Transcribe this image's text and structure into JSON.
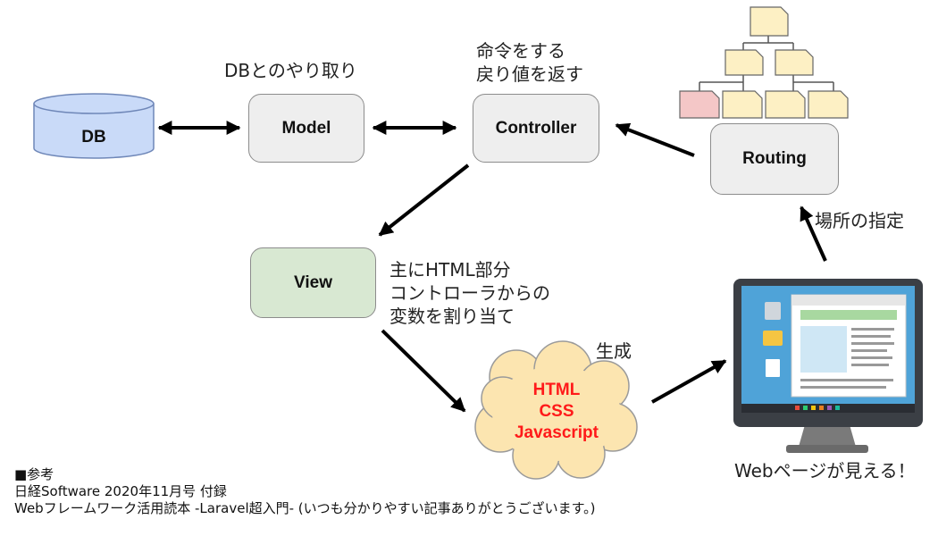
{
  "nodes": {
    "db": "DB",
    "model": "Model",
    "controller": "Controller",
    "routing": "Routing",
    "view": "View"
  },
  "labels": {
    "db_exchange": "DBとのやり取り",
    "controller_line1": "命令をする",
    "controller_line2": "戻り値を返す",
    "view_line1": "主にHTML部分",
    "view_line2": "コントローラからの",
    "view_line3": "変数を割り当て",
    "generate": "生成",
    "location": "場所の指定",
    "webpage_visible": "Webページが見える！"
  },
  "output": {
    "line1": "HTML",
    "line2": "CSS",
    "line3": "Javascript"
  },
  "reference": {
    "heading": "■参考",
    "line1": "日経Software 2020年11月号 付録",
    "line2": "Webフレームワーク活用読本 -Laravel超入門- (いつも分かりやすい記事ありがとうございます。)"
  },
  "colors": {
    "db_fill": "#c9daf8",
    "node_fill": "#eeeeee",
    "view_fill": "#d8e8d2",
    "cloud_fill": "#fce5b0",
    "output_text": "#ff1a1a",
    "folder_fill": "#fdf0c4",
    "folder_highlight": "#f4c7c7"
  },
  "icons": {
    "tree": "folder-tree-icon",
    "monitor": "computer-monitor-icon"
  }
}
